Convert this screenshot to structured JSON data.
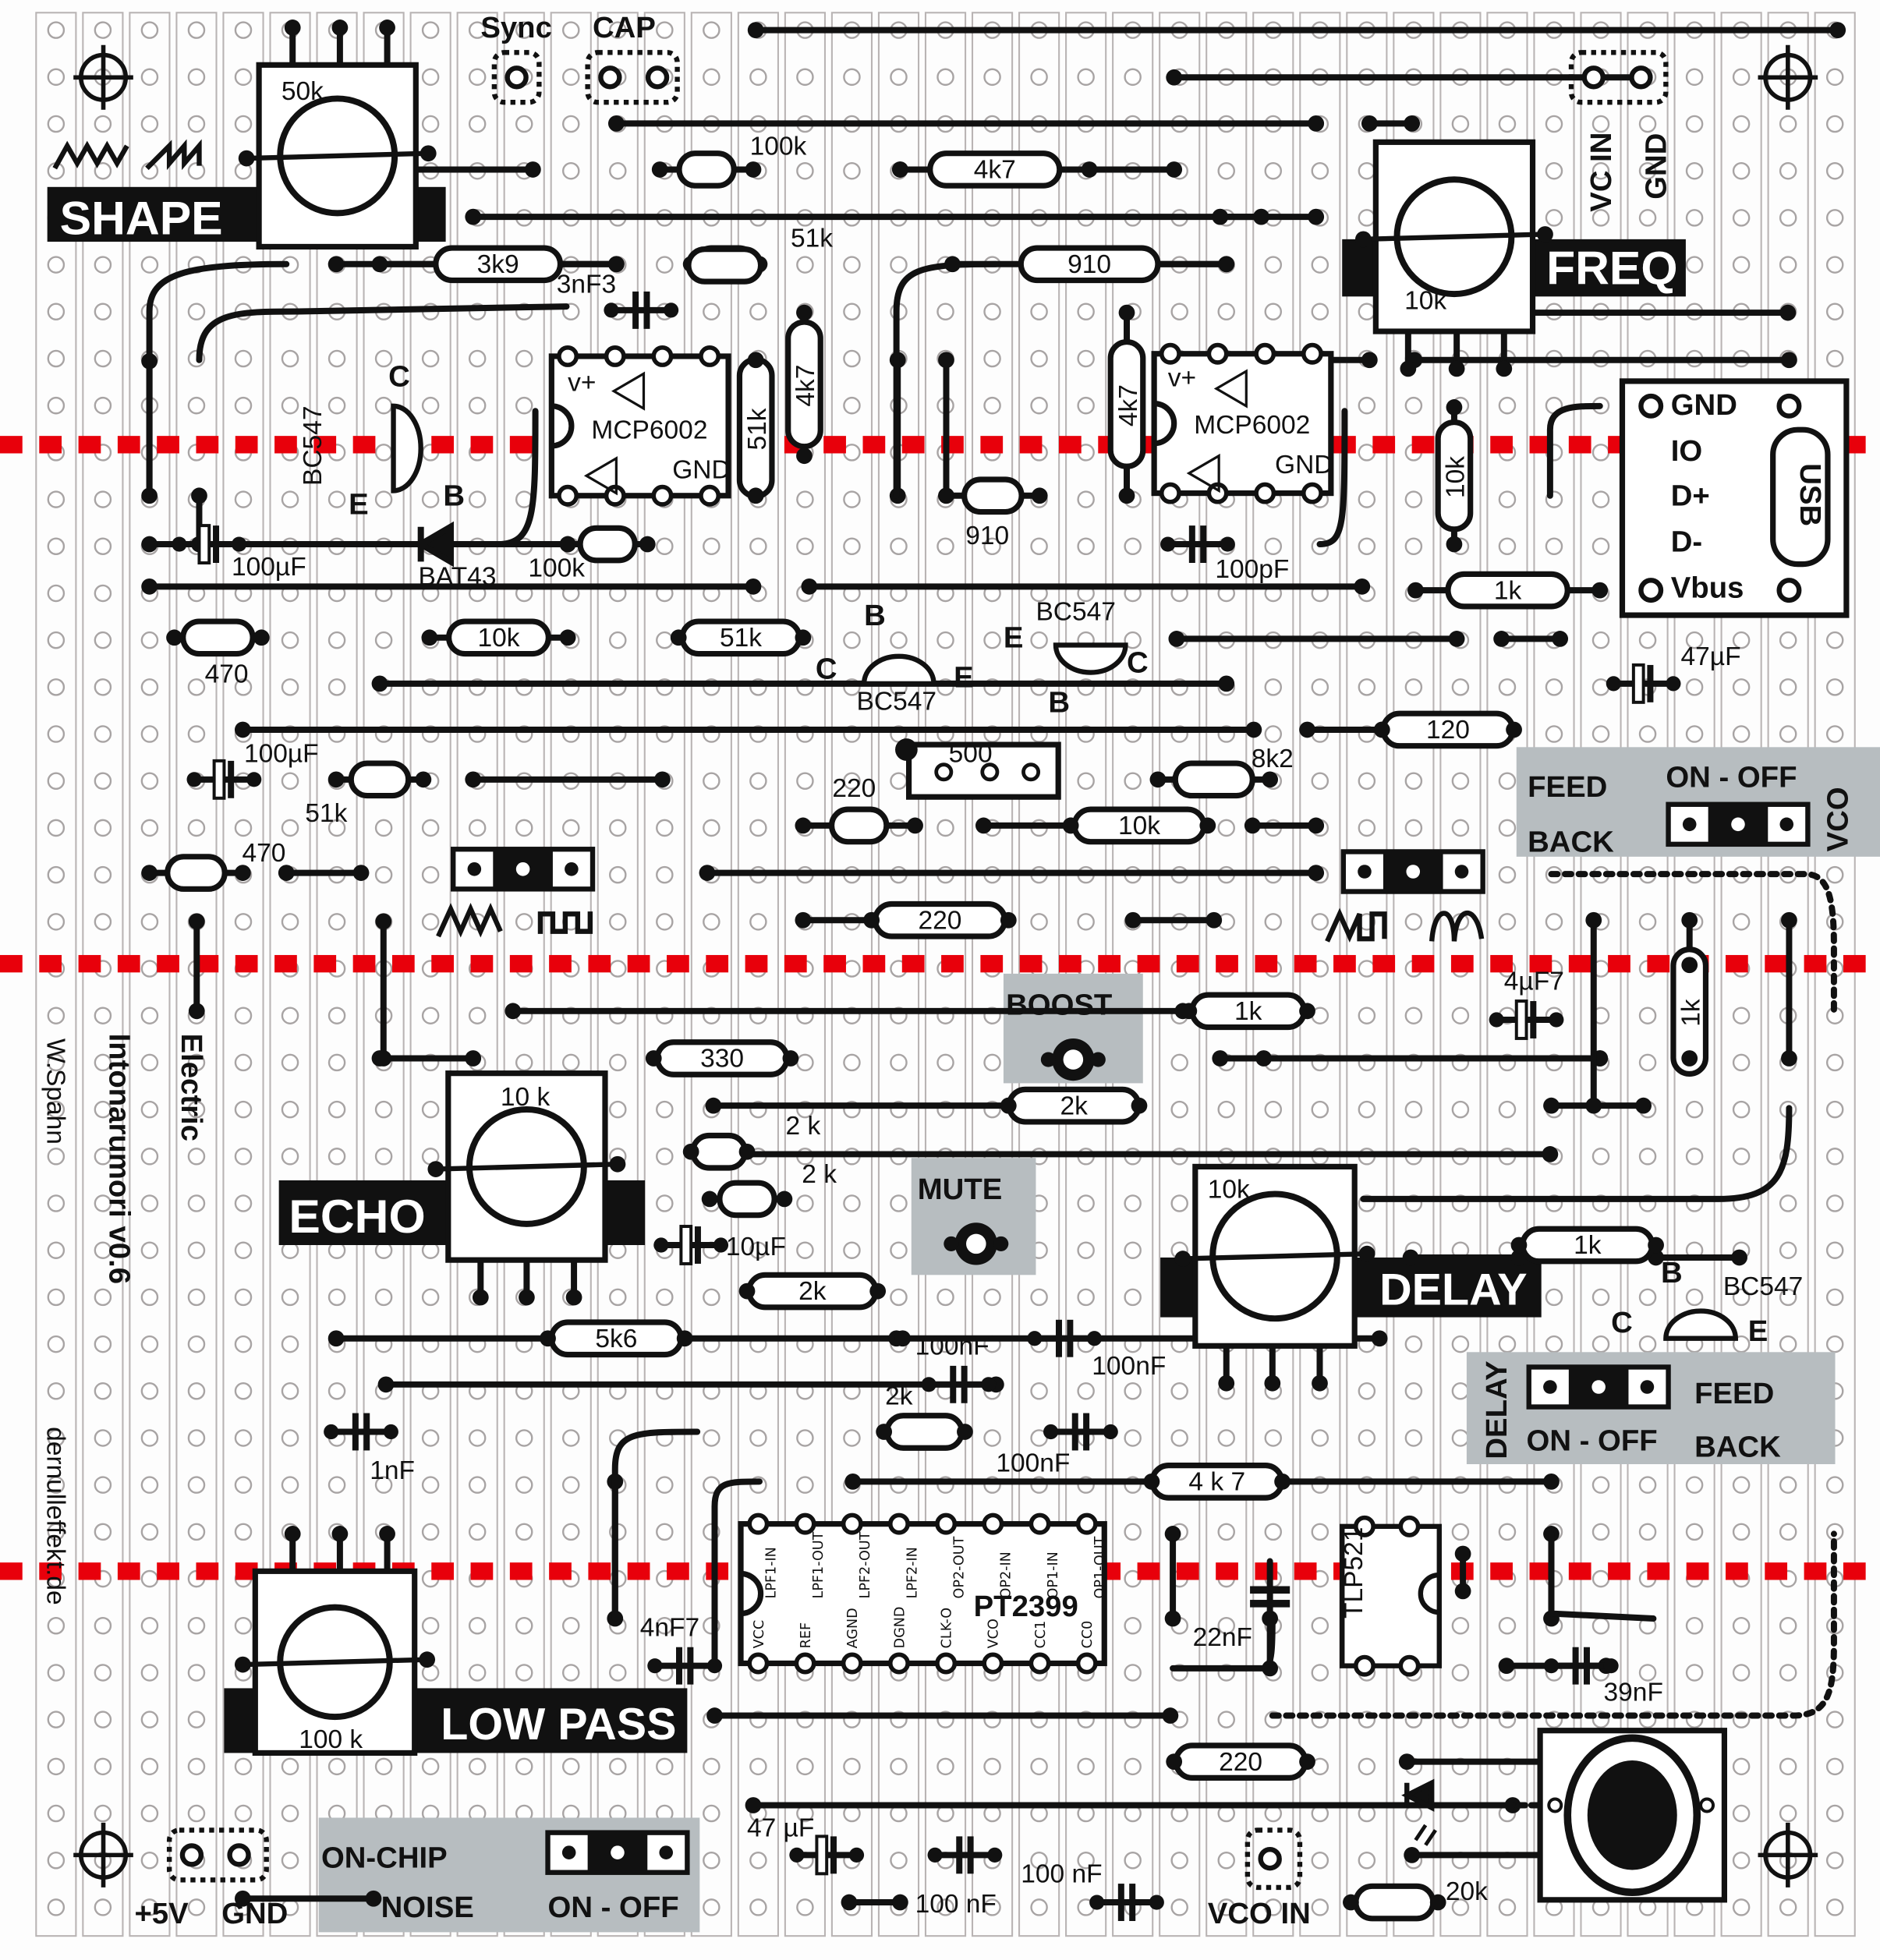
{
  "board": {
    "title_line1": "Electric",
    "title_line2": "Intonarumori v0.6",
    "author": "W.Spahn",
    "website": "dernulleffekt.de",
    "colors": {
      "strip": "#b9b4b4",
      "trace": "#111111",
      "cut_mark": "#e8000b",
      "panel": "#b7bdc0",
      "label_bg": "#111111"
    }
  },
  "controls": {
    "shape": {
      "label": "SHAPE",
      "value": "50k",
      "icon": "triangle-saw-wave-icon"
    },
    "freq": {
      "label": "FREQ",
      "value": "10k"
    },
    "echo": {
      "label": "ECHO",
      "value": "10 k"
    },
    "delay": {
      "label": "DELAY",
      "value": "10k"
    },
    "low_pass": {
      "label": "LOW PASS",
      "value": "100 k"
    },
    "boost": {
      "label": "BOOST"
    },
    "mute": {
      "label": "MUTE"
    }
  },
  "headers": {
    "sync": "Sync",
    "cap": "CAP",
    "vc_in": "VC IN",
    "gnd_top": "GND",
    "plus5v": "+5V",
    "gnd_bottom": "GND",
    "vco_in": "VCO IN"
  },
  "switches": {
    "feedback_vco": {
      "title1": "FEED",
      "title2": "BACK",
      "state": "ON - OFF",
      "side": "VCO"
    },
    "delay_feedback": {
      "side": "DELAY",
      "state": "ON - OFF",
      "title1": "FEED",
      "title2": "BACK"
    },
    "noise": {
      "title1": "ON-CHIP",
      "title2": "NOISE",
      "state": "ON - OFF"
    }
  },
  "usb": {
    "pins": [
      "GND",
      "IO",
      "D+",
      "D-",
      "Vbus"
    ],
    "label": "USB"
  },
  "ics": {
    "mcp_a": {
      "name": "MCP6002",
      "vplus": "v+",
      "gnd": "GND"
    },
    "mcp_b": {
      "name": "MCP6002",
      "vplus": "v+",
      "gnd": "GND"
    },
    "pt2399": {
      "name": "PT2399",
      "top_pins": [
        "LPF1-IN",
        "LPF1-OUT",
        "LPF2-OUT",
        "LPF2-IN",
        "OP2-OUT",
        "OP2-IN",
        "OP1-IN",
        "OP1-OUT"
      ],
      "bottom_pins": [
        "VCC",
        "REF",
        "AGND",
        "DGND",
        "CLK-O",
        "VCO",
        "CC1",
        "CC0"
      ]
    },
    "optocoupler": {
      "name": "TLP521"
    }
  },
  "transistors": {
    "q1": {
      "name": "BC547",
      "pins": {
        "c": "C",
        "b": "B",
        "e": "E"
      }
    },
    "q2": {
      "name": "BC547",
      "pins": {
        "c": "C",
        "b": "B",
        "e": "E"
      }
    },
    "q3": {
      "name": "BC547",
      "pins": {
        "c": "C",
        "b": "B",
        "e": "E"
      }
    },
    "q4": {
      "name": "BC547",
      "pins": {
        "c": "C",
        "b": "B",
        "e": "E"
      }
    }
  },
  "diode": {
    "name": "BAT43"
  },
  "trimpot": {
    "value": "500"
  },
  "components": {
    "resistors": [
      "100k",
      "4k7",
      "3k9",
      "51k",
      "910",
      "51k",
      "4k7",
      "4k7",
      "910",
      "10k",
      "100k",
      "1k",
      "470",
      "10k",
      "51k",
      "120",
      "51k",
      "8k2",
      "220",
      "10k",
      "470",
      "220",
      "1k",
      "1k",
      "330",
      "2k",
      "2 k",
      "2 k",
      "2k",
      "5k6",
      "1k",
      "2k",
      "4 k 7",
      "220",
      "20k"
    ],
    "capacitors": [
      "3nF3",
      "100µF",
      "100pF",
      "47µF",
      "100µF",
      "4µF7",
      "10µF",
      "100nF",
      "100nF",
      "100nF",
      "1nF",
      "4nF7",
      "22nF",
      "39nF",
      "47 µF",
      "100 nF",
      "100 nF"
    ]
  }
}
